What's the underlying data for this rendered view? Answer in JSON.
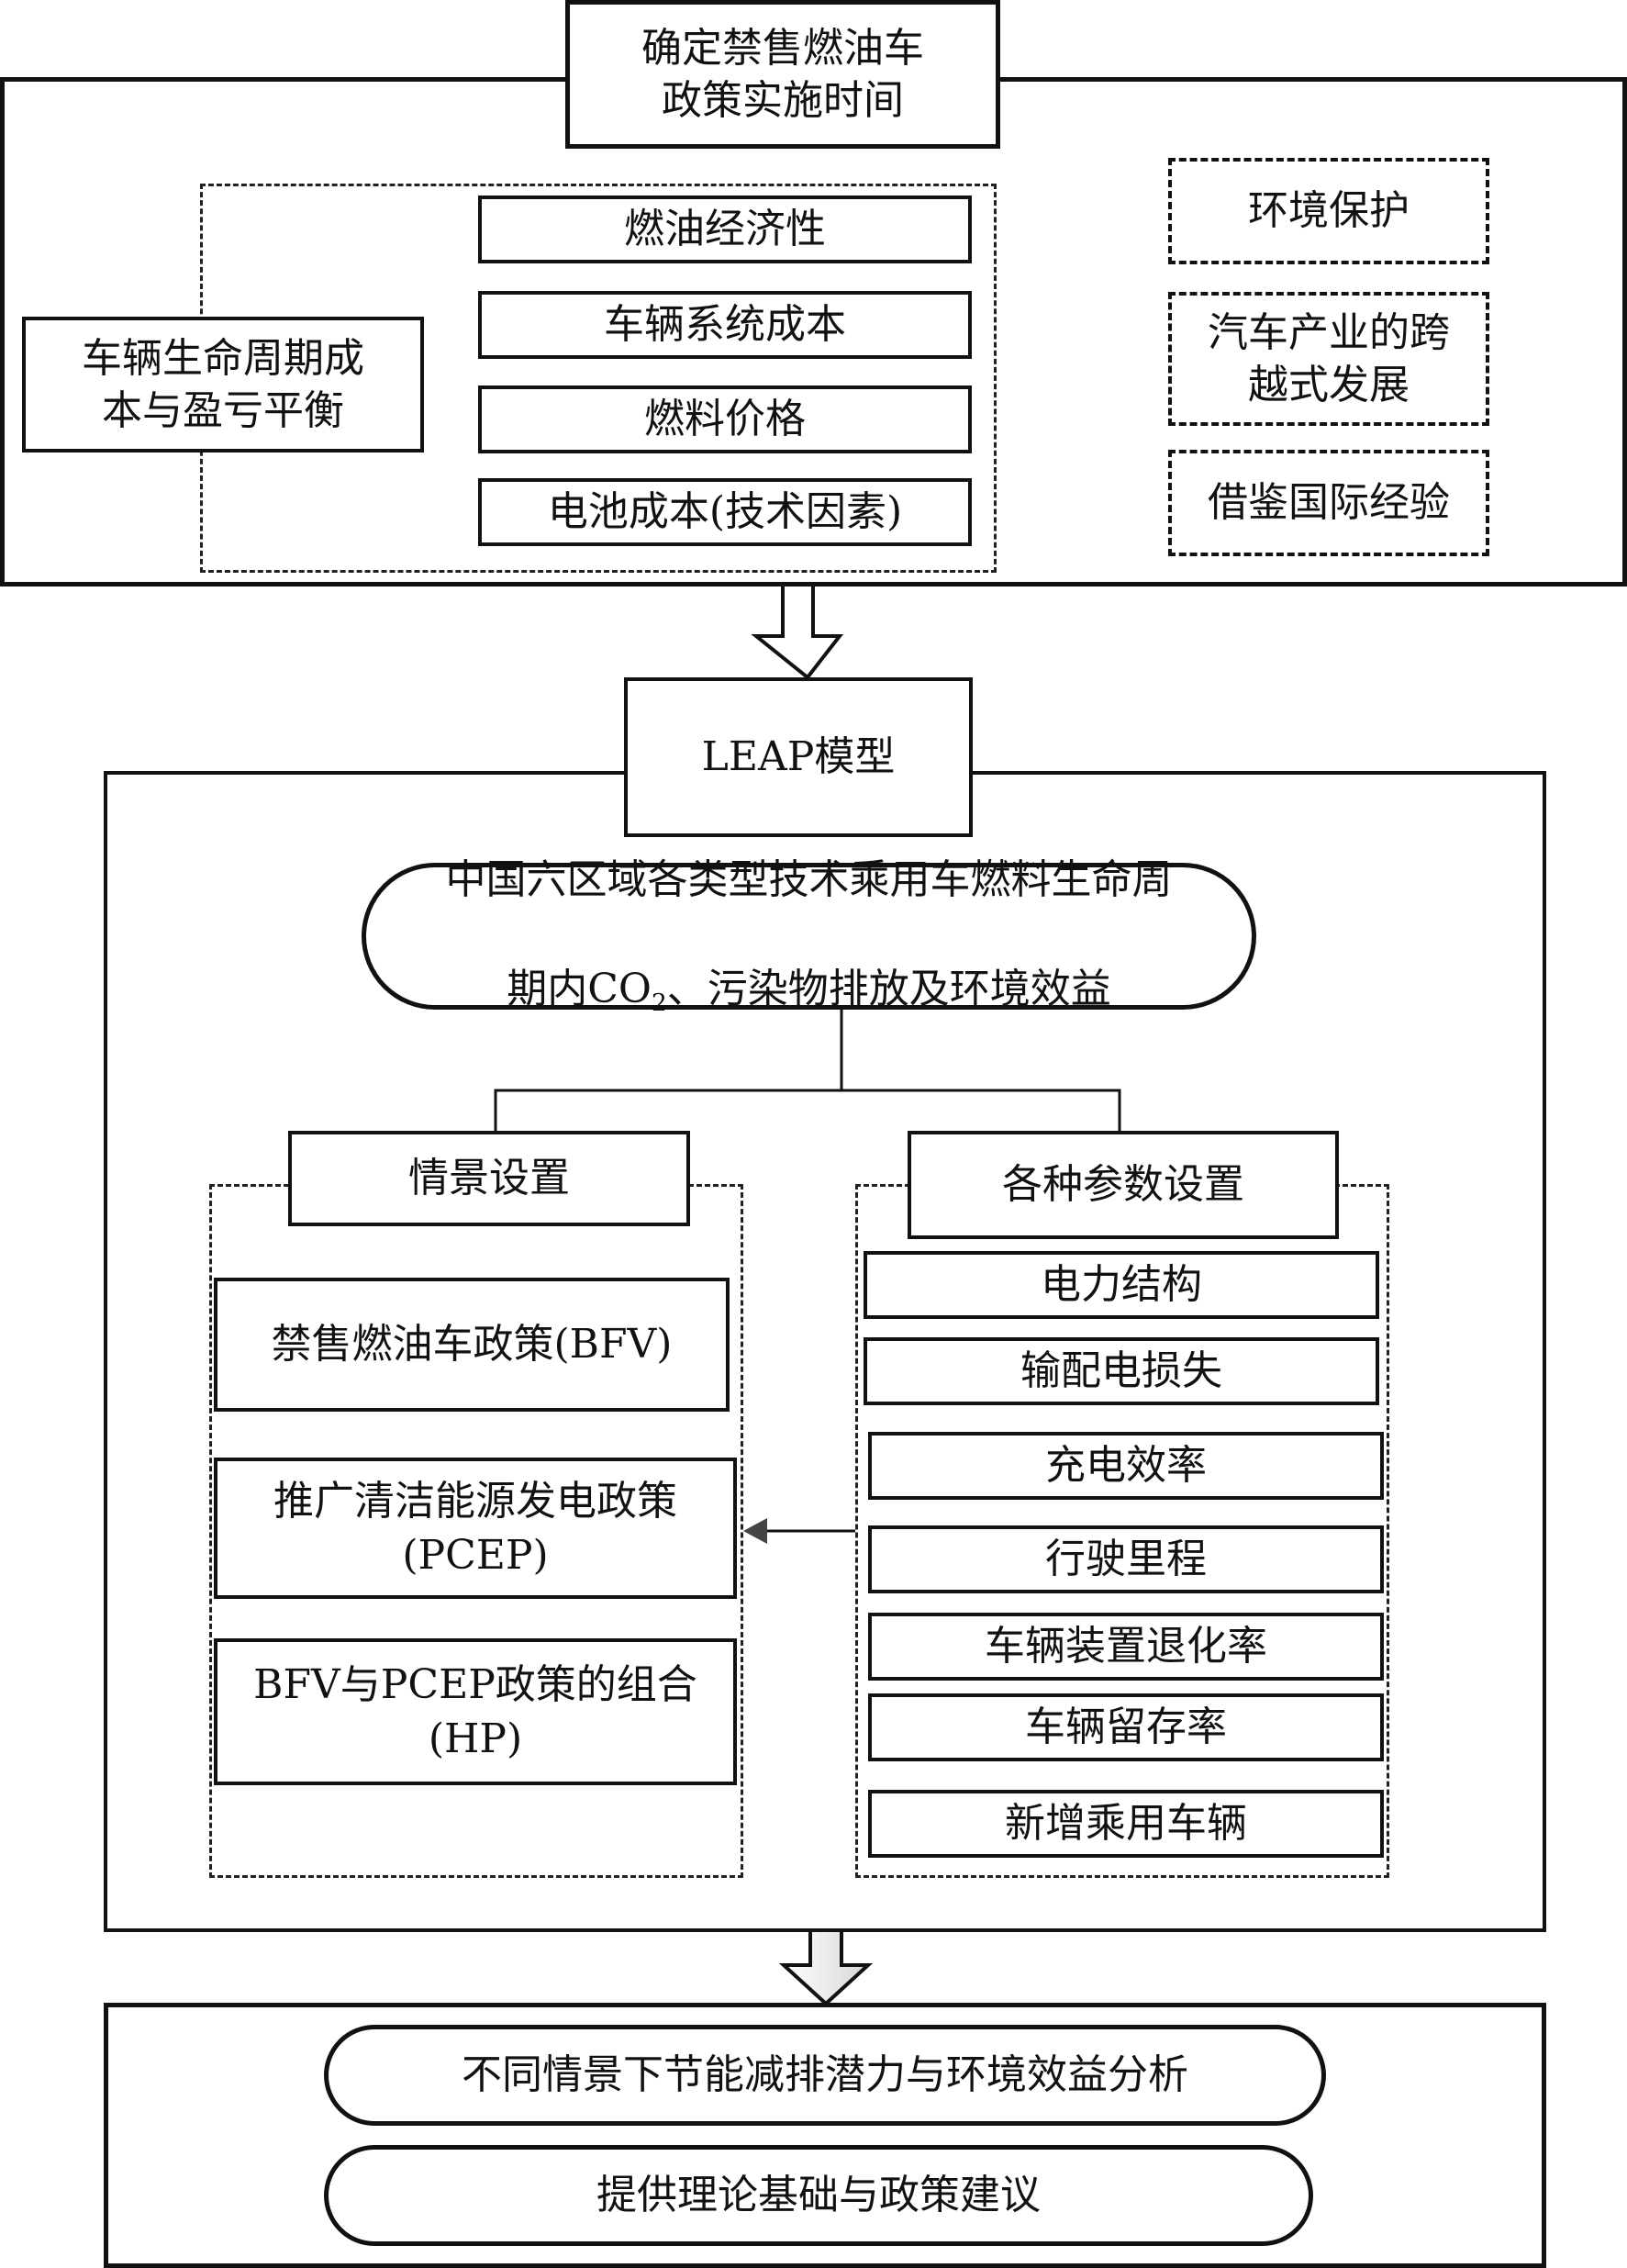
{
  "diagram": {
    "top_section": {
      "title": "确定禁售燃油车\n政策实施时间",
      "lifecycle_box": "车辆生命周期成\n本与盈亏平衡",
      "cost_factors": [
        "燃油经济性",
        "车辆系统成本",
        "燃料价格",
        "电池成本(技术因素)"
      ],
      "motivations": [
        "环境保护",
        "汽车产业的跨\n越式发展",
        "借鉴国际经验"
      ]
    },
    "middle_section": {
      "title": "LEAP模型",
      "emission_node": {
        "line1": "中国六区域各类型技术乘用车燃料生命周",
        "line2_prefix": "期内CO",
        "line2_sub": "2",
        "line2_suffix": "、污染物排放及环境效益"
      },
      "scenario_group": {
        "title": "情景设置",
        "items": [
          "禁售燃油车政策(BFV)",
          "推广清洁能源发电政策\n(PCEP)",
          "BFV与PCEP政策的组合\n(HP)"
        ]
      },
      "parameter_group": {
        "title": "各种参数设置",
        "items": [
          "电力结构",
          "输配电损失",
          "充电效率",
          "行驶里程",
          "车辆装置退化率",
          "车辆留存率",
          "新增乘用车辆"
        ]
      }
    },
    "bottom_section": {
      "items": [
        "不同情景下节能减排潜力与环境效益分析",
        "提供理论基础与政策建议"
      ]
    },
    "icons": {
      "flow_arrow": "hollow-down-arrow",
      "connector_arrow": "left-arrow"
    }
  }
}
